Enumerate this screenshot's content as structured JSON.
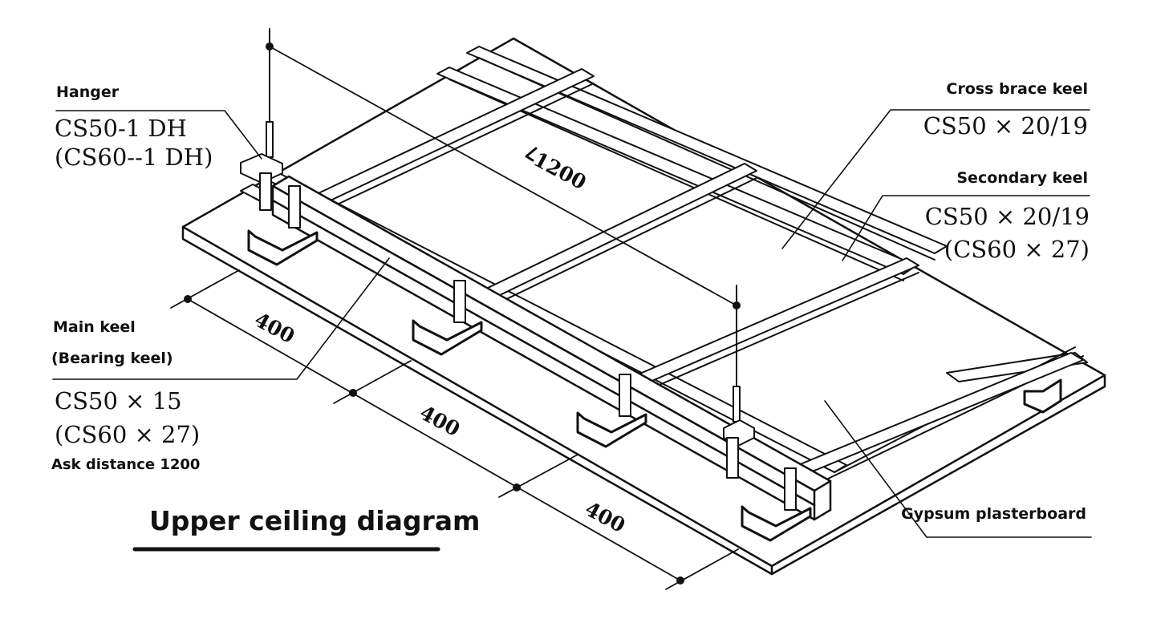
{
  "title": "Upper ceiling diagram",
  "labels": {
    "hanger": {
      "name": "Hanger",
      "spec_line1": "CS50-1 DH",
      "spec_line2": "(CS60--1 DH)"
    },
    "cross_brace": {
      "name": "Cross brace keel",
      "spec_line1": "CS50 × 20/19"
    },
    "secondary": {
      "name": "Secondary keel",
      "spec_line1": "CS50 × 20/19",
      "spec_line2": "(CS60 × 27)"
    },
    "main": {
      "name_line1": "Main keel",
      "name_line2": "(Bearing keel)",
      "spec_line1": "CS50 × 15",
      "spec_line2": "(CS60 × 27)",
      "note": "Ask distance 1200"
    },
    "gypsum": {
      "name": "Gypsum plasterboard"
    }
  },
  "dimensions": {
    "spacing_1": "400",
    "spacing_2": "400",
    "spacing_3": "400",
    "hanger_span": "1200"
  }
}
